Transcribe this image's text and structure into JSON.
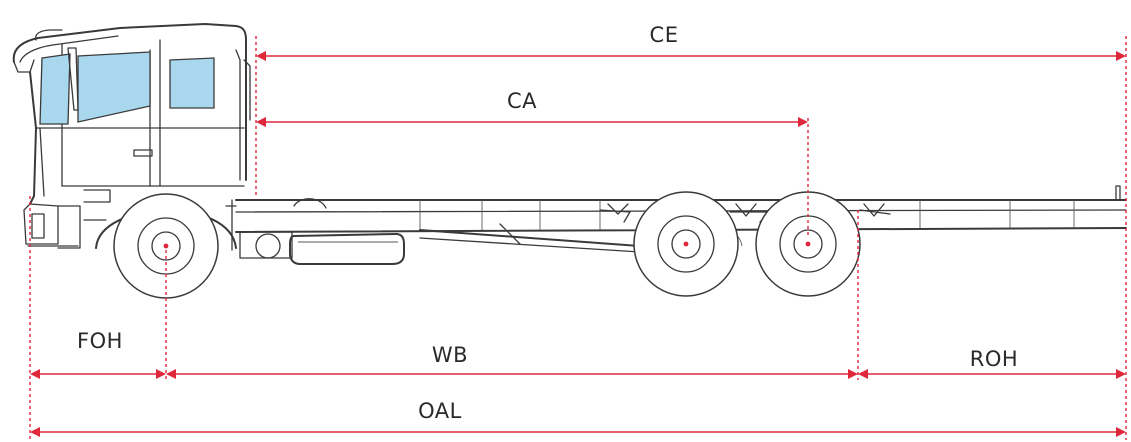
{
  "diagram": {
    "labels": {
      "ce": "CE",
      "ca": "CA",
      "foh": "FOH",
      "wb": "WB",
      "roh": "ROH",
      "oal": "OAL"
    },
    "colors": {
      "dimension_line": "#e0283c",
      "truck_outline": "#3a3a3a",
      "window_glass": "#a9d8ee"
    }
  }
}
